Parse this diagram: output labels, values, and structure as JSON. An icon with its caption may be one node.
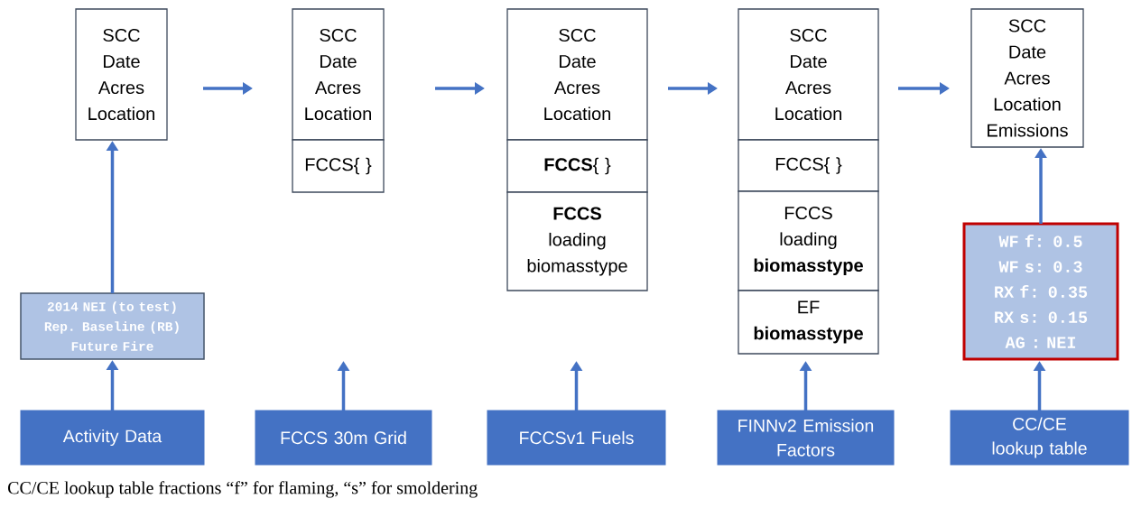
{
  "diagram": {
    "caption": "CC/CE lookup table fractions “f” for flaming, “s” for smoldering",
    "nodes": [
      {
        "text": [
          "SCC",
          "Date",
          "Acres",
          "Location"
        ]
      },
      {
        "text": [
          "SCC",
          "Date",
          "Acres",
          "Location"
        ]
      },
      {
        "text": [
          "FCCS{ }"
        ]
      },
      {
        "text": [
          "SCC",
          "Date",
          "Acres",
          "Location"
        ]
      },
      {
        "text": [
          "**FCCS**{ }"
        ]
      },
      {
        "text": [
          "**FCCS**",
          "loading",
          "biomasstype"
        ]
      },
      {
        "text": [
          "SCC",
          "Date",
          "Acres",
          "Location"
        ]
      },
      {
        "text": [
          "FCCS{ }"
        ]
      },
      {
        "text": [
          "FCCS",
          "loading",
          "**biomasstype**"
        ]
      },
      {
        "text": [
          "EF",
          "**biomasstype**"
        ]
      },
      {
        "text": [
          "SCC",
          "Date",
          "Acres",
          "Location",
          "Emissions"
        ]
      },
      {
        "text": [
          "2014 NEI (to test)",
          "Rep. Baseline (RB)",
          "Future Fire"
        ]
      },
      {
        "text": [
          "WF f: 0.5",
          "WF s: 0.3",
          "RX f: 0.35",
          "RX s: 0.15",
          "AG  : NEI"
        ]
      },
      {
        "text": [
          "Activity Data"
        ]
      },
      {
        "text": [
          "FCCS 30m Grid"
        ]
      },
      {
        "text": [
          "FCCSv1 Fuels"
        ]
      },
      {
        "text": [
          "FINNv2 Emission Factors"
        ]
      },
      {
        "text": [
          "CC/CE lookup table"
        ]
      }
    ],
    "edges": [
      {
        "from": 0,
        "to": 1,
        "arrow": "to"
      },
      {
        "from": 1,
        "to": 3,
        "arrow": "to"
      },
      {
        "from": 3,
        "to": 6,
        "arrow": "to"
      },
      {
        "from": 6,
        "to": 10,
        "arrow": "to"
      },
      {
        "from": 13,
        "to": 11,
        "arrow": "to"
      },
      {
        "from": 11,
        "to": 0,
        "arrow": "to"
      },
      {
        "from": 14,
        "to": null,
        "arrow": "to"
      },
      {
        "from": 15,
        "to": null,
        "arrow": "to"
      },
      {
        "from": 16,
        "to": 9,
        "arrow": "to"
      },
      {
        "from": 17,
        "to": 12,
        "arrow": "to"
      },
      {
        "from": 12,
        "to": 10,
        "arrow": "to"
      }
    ]
  }
}
